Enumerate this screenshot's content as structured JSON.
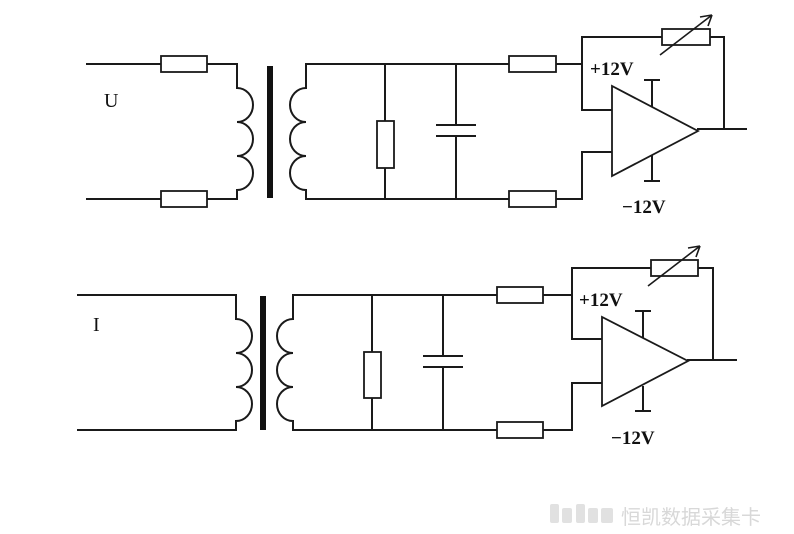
{
  "circuit_top": {
    "input_label": "U",
    "supply_pos": "+12V",
    "supply_neg": "−12V"
  },
  "circuit_bottom": {
    "input_label": "I",
    "supply_pos": "+12V",
    "supply_neg": "−12V"
  },
  "watermark": {
    "text": "恒凯数据采集卡"
  },
  "colors": {
    "line": "#1a1a1a",
    "background": "#ffffff",
    "watermark": "#d8d8d8"
  }
}
